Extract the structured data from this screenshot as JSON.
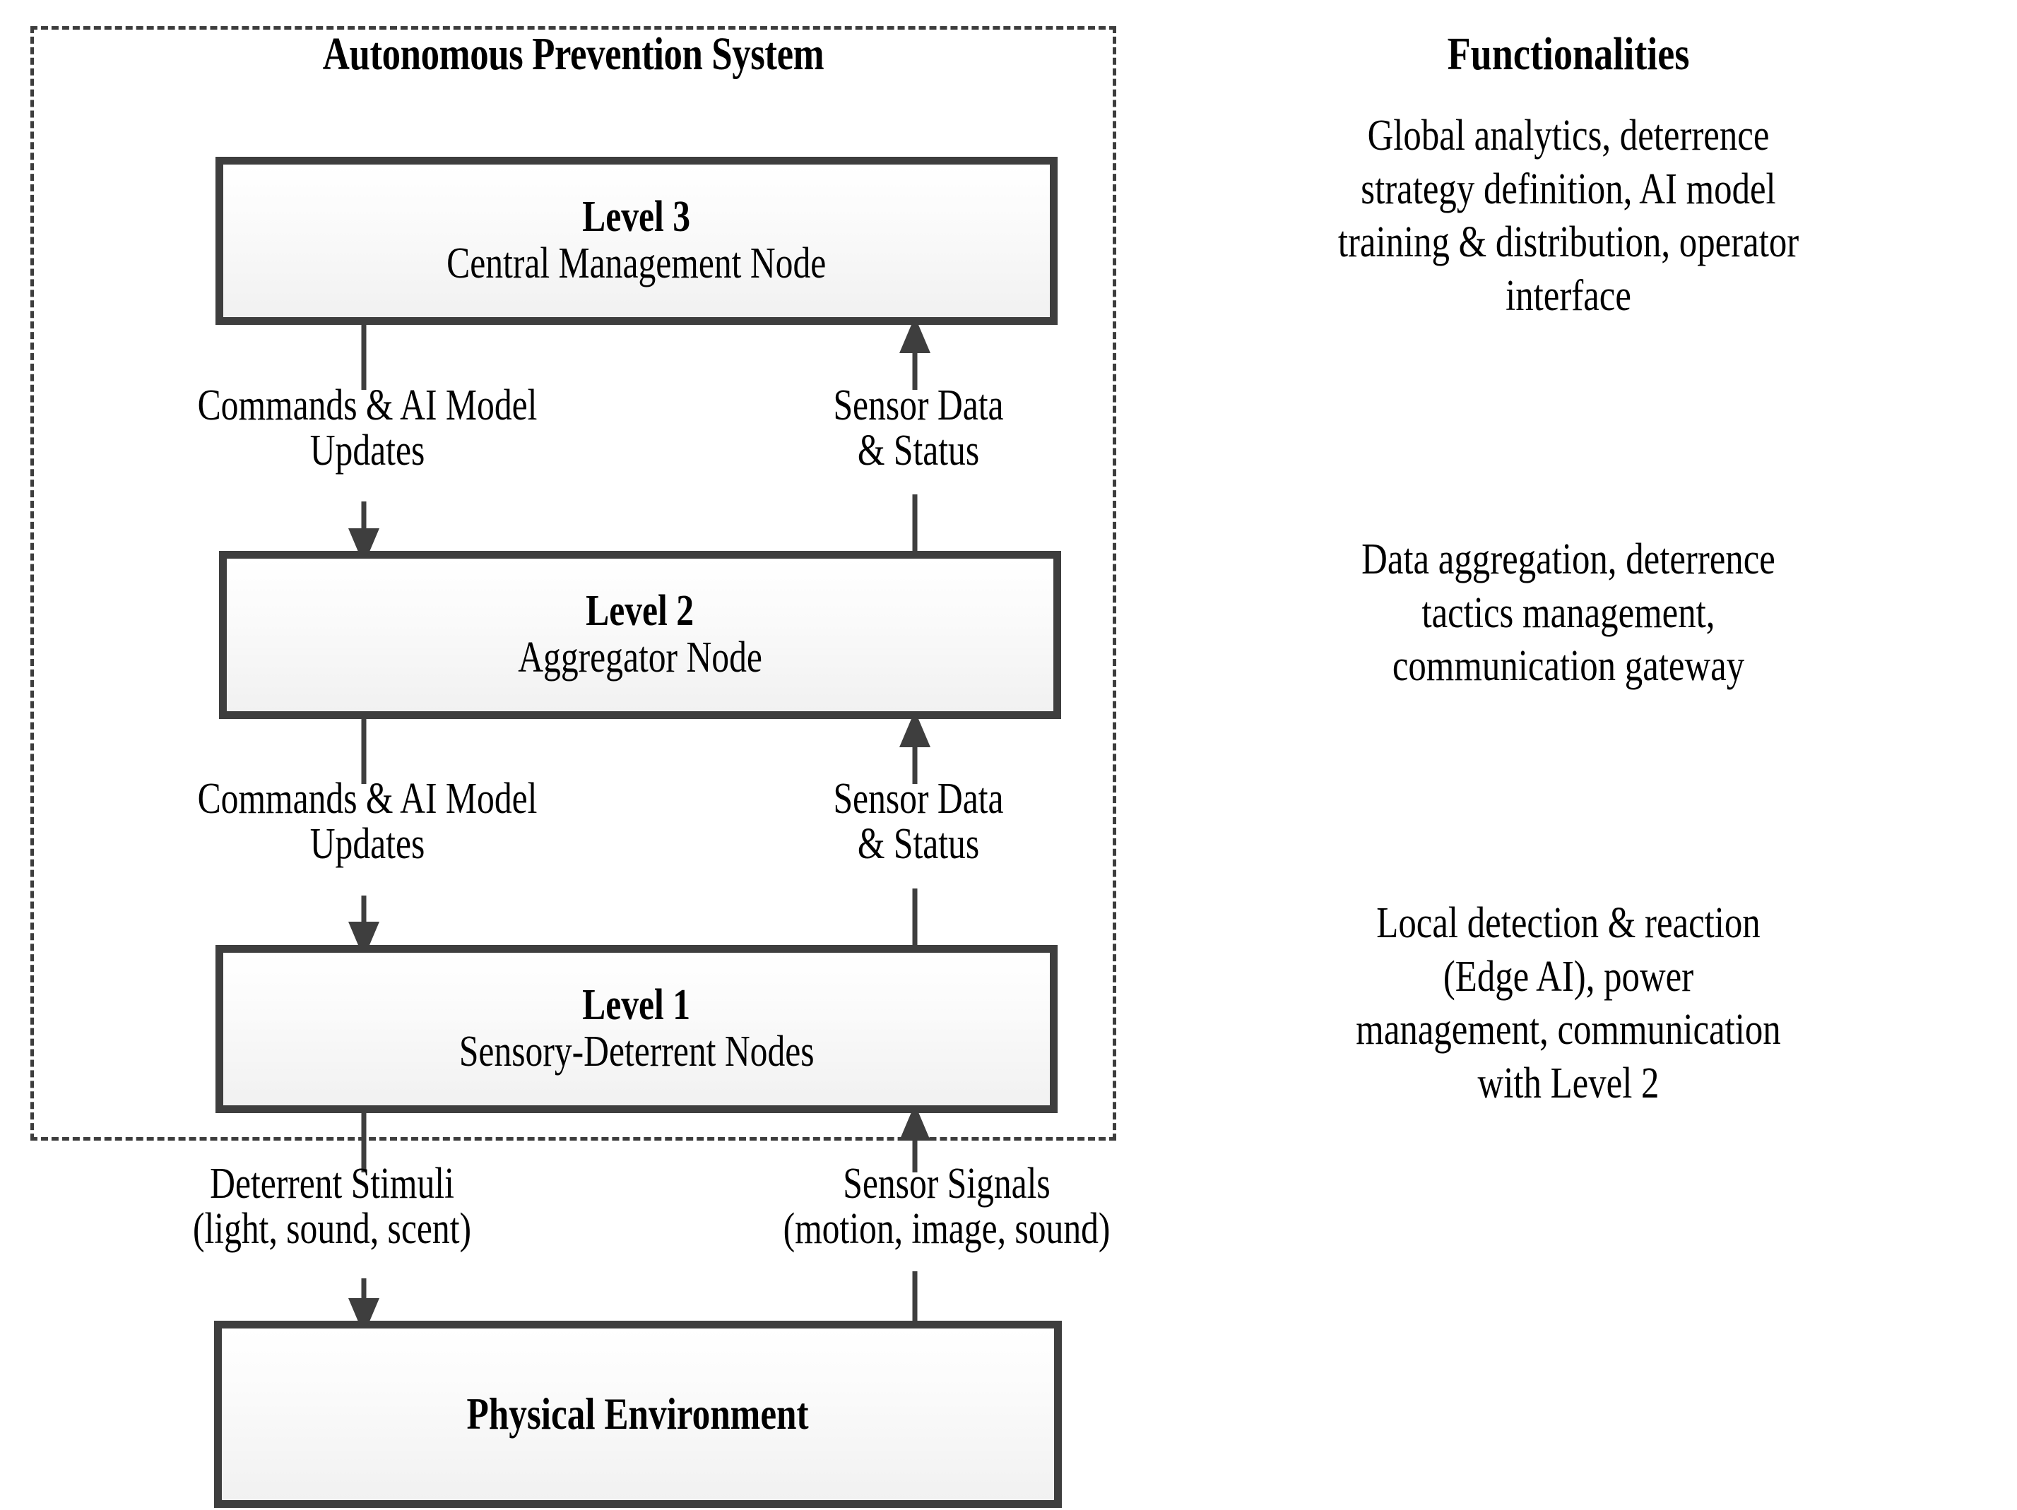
{
  "diagram": {
    "system": {
      "title": "Autonomous Prevention System",
      "nodes": [
        {
          "level": "Level 3",
          "name": "Central Management Node"
        },
        {
          "level": "Level 2",
          "name": "Aggregator Node"
        },
        {
          "level": "Level 1",
          "name": "Sensory-Deterrent Nodes"
        }
      ]
    },
    "external_node": {
      "name": "Physical Environment"
    },
    "flows": [
      {
        "id": "cmd-l3-l2",
        "direction": "down",
        "line1": "Commands & AI Model",
        "line2": "Updates"
      },
      {
        "id": "sd-l2-l3",
        "direction": "up",
        "line1": "Sensor Data",
        "line2": "& Status"
      },
      {
        "id": "cmd-l2-l1",
        "direction": "down",
        "line1": "Commands & AI Model",
        "line2": "Updates"
      },
      {
        "id": "sd-l1-l2",
        "direction": "up",
        "line1": "Sensor Data",
        "line2": "& Status"
      },
      {
        "id": "stimuli-l1-env",
        "direction": "down",
        "line1": "Deterrent Stimuli",
        "line2": "(light, sound, scent)"
      },
      {
        "id": "signals-env-l1",
        "direction": "up",
        "line1": "Sensor Signals",
        "line2": "(motion, image, sound)"
      }
    ],
    "functionalities": {
      "header": "Functionalities",
      "items": [
        {
          "for": "Level 3",
          "lines": [
            "Global analytics, deterrence",
            "strategy definition, AI model",
            "training & distribution, operator",
            "interface"
          ]
        },
        {
          "for": "Level 2",
          "lines": [
            "Data aggregation, deterrence",
            "tactics management,",
            "communication gateway"
          ]
        },
        {
          "for": "Level 1",
          "lines": [
            "Local detection & reaction",
            "(Edge AI), power",
            "management, communication",
            "with Level 2"
          ]
        }
      ]
    },
    "colors": {
      "box_border": "#3e3e3e",
      "box_fill_top": "#ffffff",
      "box_fill_bottom": "#f1f1f1",
      "boundary_dash": "#3d3d3d",
      "connector": "#3e3e3e",
      "text": "#000000"
    }
  }
}
